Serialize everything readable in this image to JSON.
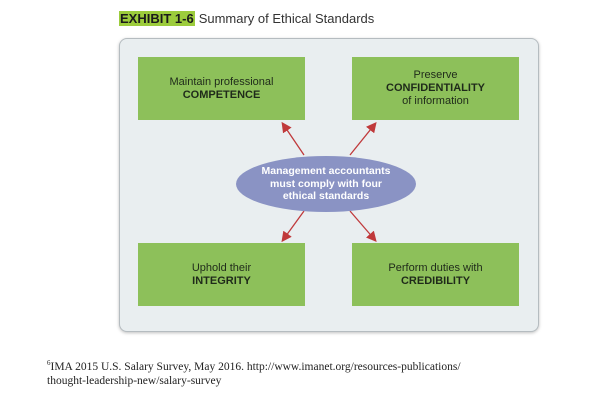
{
  "title": {
    "number": "EXHIBIT 1-6",
    "text": "Summary of Ethical Standards"
  },
  "center": "Management accountants must comply with four ethical standards",
  "boxes": [
    {
      "line1": "Maintain professional",
      "bold": "COMPETENCE",
      "line3": ""
    },
    {
      "line1": "Preserve",
      "bold": "CONFIDENTIALITY",
      "line3": "of information"
    },
    {
      "line1": "Uphold their",
      "bold": "INTEGRITY",
      "line3": ""
    },
    {
      "line1": "Perform duties with",
      "bold": "CREDIBILITY",
      "line3": ""
    }
  ],
  "footnote": {
    "marker": "6",
    "line1": "IMA 2015 U.S. Salary Survey, May 2016. http://www.imanet.org/resources-publications/",
    "line2": "thought-leadership-new/salary-survey"
  },
  "colors": {
    "box": "#8dc05a",
    "ellipse": "#8a93c4",
    "arrow": "#c0393b",
    "highlight": "#9ccc3c"
  }
}
